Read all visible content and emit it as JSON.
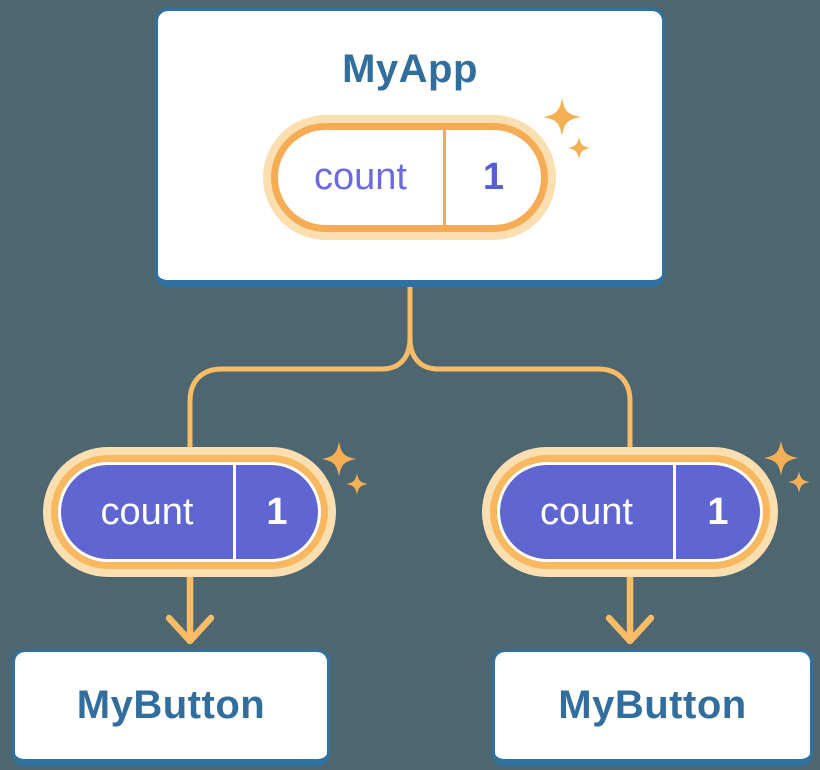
{
  "diagram": {
    "description": "React component tree diagram: parent component passes its state down to two child components",
    "background_color": "#4d6670",
    "colors": {
      "card_background": "#ffffff",
      "card_border": "#2f72a1",
      "heading_text": "#316e9e",
      "state_pill_ring": "#f6ac55",
      "state_pill_halo": "#fcdfb0",
      "prop_pill_fill": "#5f66d2",
      "prop_pill_ring": "#f7b85f",
      "connector_line": "#f8bc66",
      "sparkle": "#f5b055",
      "state_name_text": "#6b6ade",
      "state_value_text": "#585ed1",
      "prop_text": "#ffffff"
    },
    "icons": {
      "sparkle": "four-point star",
      "arrow_down": "orange downward arrow",
      "branch": "orange forked connector"
    },
    "tree": {
      "root": {
        "title": "MyApp",
        "state": {
          "name": "count",
          "value": "1"
        }
      },
      "children": [
        {
          "title": "MyButton",
          "state": {
            "name": "count",
            "value": "1"
          }
        },
        {
          "title": "MyButton",
          "state": {
            "name": "count",
            "value": "1"
          }
        }
      ]
    }
  }
}
